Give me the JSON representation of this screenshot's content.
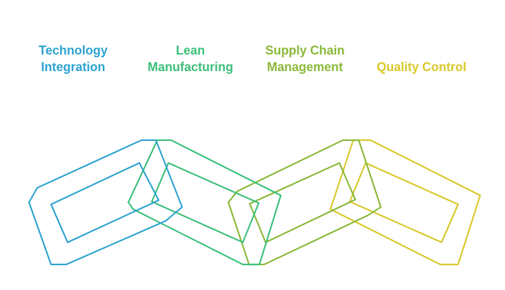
{
  "diagram": {
    "links": [
      {
        "id": "technology",
        "label_lines": [
          "Technology",
          "Integration"
        ],
        "color": "#2ea3d0"
      },
      {
        "id": "lean",
        "label_lines": [
          "Lean",
          "Manufacturing"
        ],
        "color": "#3cbf7a"
      },
      {
        "id": "supply",
        "label_lines": [
          "Supply Chain",
          "Management"
        ],
        "color": "#8ab93a"
      },
      {
        "id": "quality",
        "label_lines": [
          "Quality Control"
        ],
        "color": "#d9c82a"
      }
    ]
  }
}
